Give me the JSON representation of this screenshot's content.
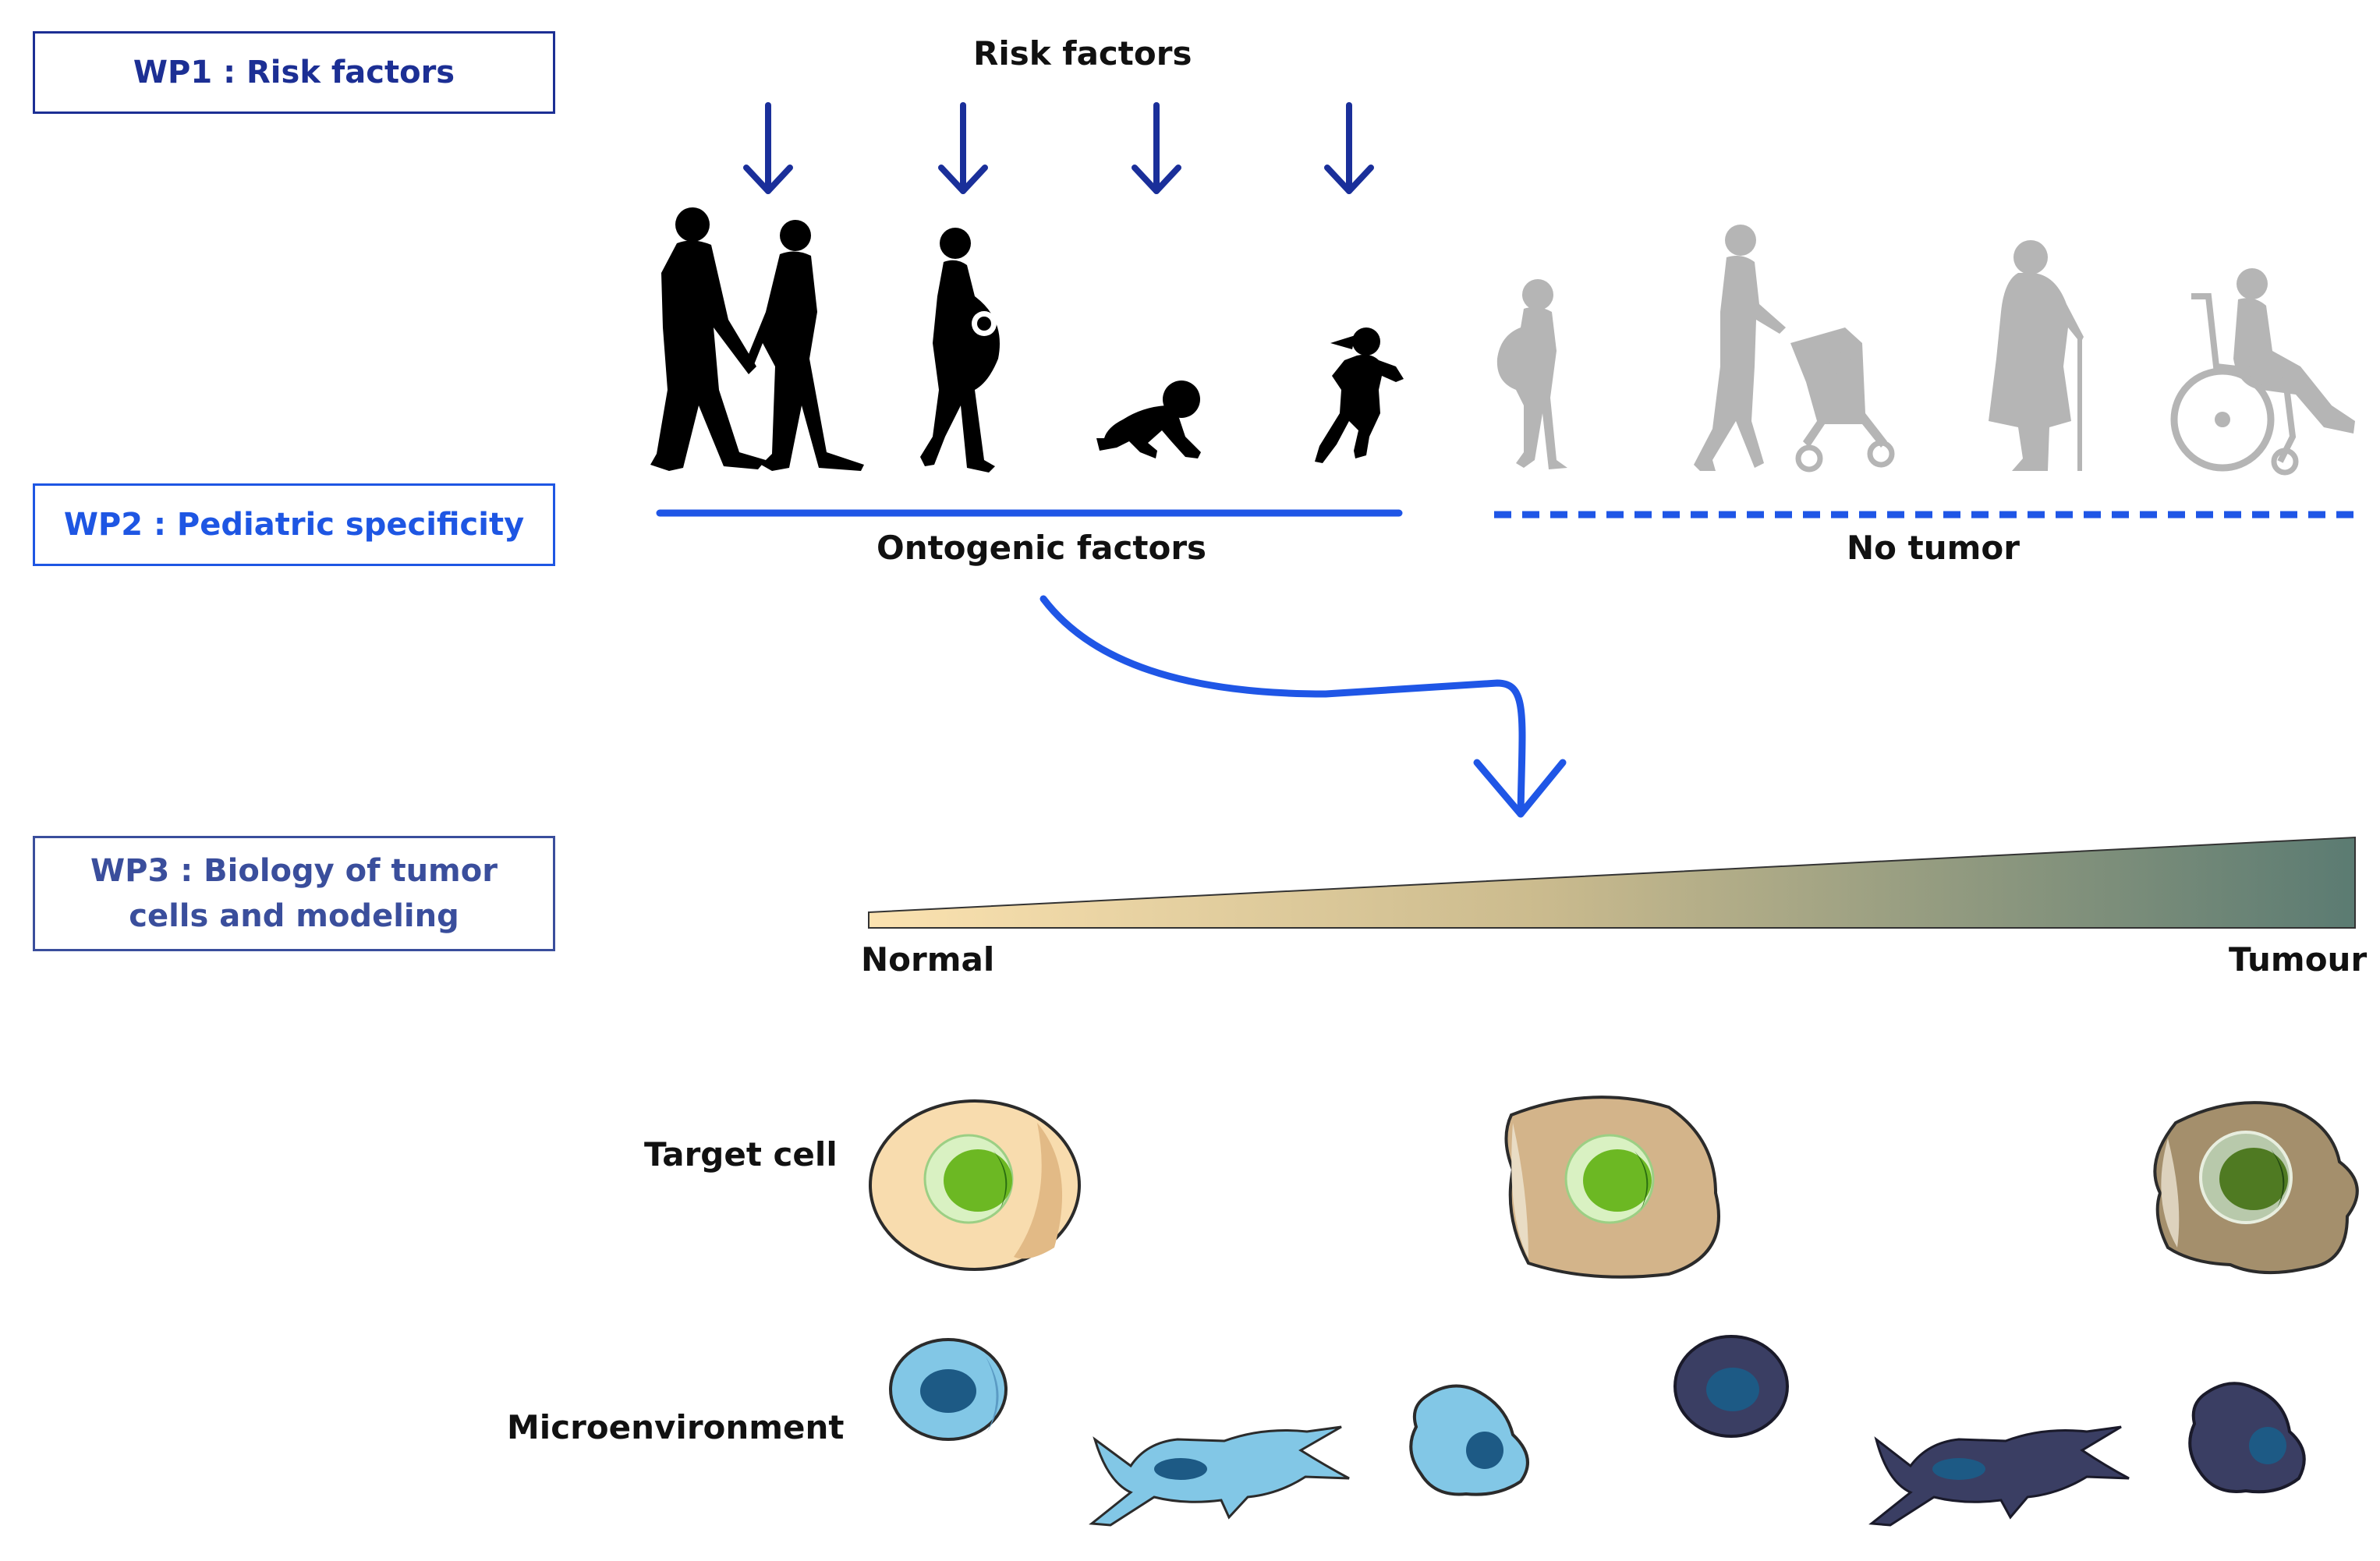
{
  "wp_boxes": [
    {
      "label": "WP1 : Risk factors",
      "color": "#1c2f94"
    },
    {
      "label": "WP2 : Pediatric specificity",
      "color": "#1e56e3"
    },
    {
      "label": "WP3 : Biology of tumor cells and modeling",
      "color": "#3a4e9c"
    }
  ],
  "labels": {
    "risk_factors": "Risk factors",
    "ontogenic_factors": "Ontogenic factors",
    "no_tumor": "No tumor",
    "normal": "Normal",
    "tumour": "Tumour",
    "target_cell": "Target cell",
    "microenvironment": "Microenvironment"
  },
  "colors": {
    "risk_arrow": "#1a2f9a",
    "ontogenic_line": "#1f56e6",
    "silhouette_black": "#000000",
    "silhouette_gray": "#b5b5b5",
    "gradient_start": "#fbe2b0",
    "gradient_end": "#5b7b72"
  },
  "icons": {
    "stage_silhouettes": [
      "couple-icon",
      "pregnant-woman-icon",
      "crawling-baby-icon",
      "running-child-icon"
    ],
    "later_silhouettes": [
      "girl-with-backpack-icon",
      "woman-with-stroller-icon",
      "elderly-with-cane-icon",
      "wheelchair-user-icon"
    ],
    "target_cells": [
      "normal-cell-icon",
      "intermediate-cell-icon",
      "tumour-cell-icon"
    ],
    "micro_cells": [
      "round-cell-icon",
      "fibroblast-icon",
      "irregular-cell-icon",
      "dark-round-cell-icon",
      "dark-fibroblast-icon",
      "dark-irregular-cell-icon"
    ]
  }
}
